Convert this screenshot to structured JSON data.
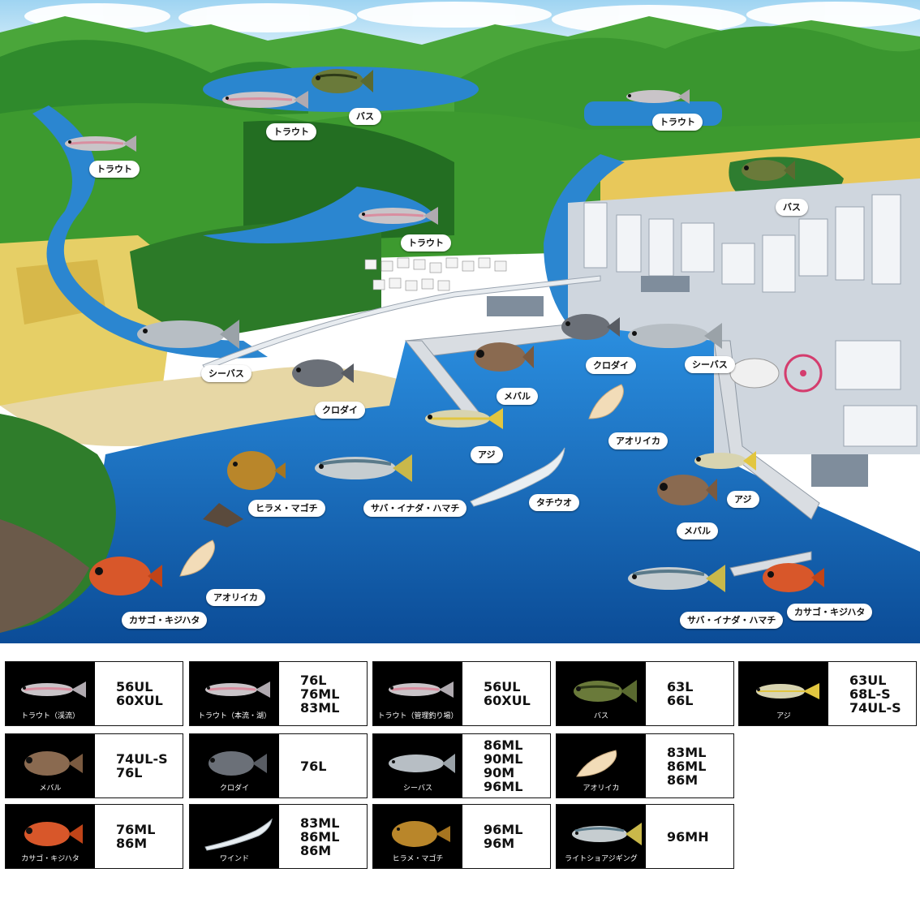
{
  "map": {
    "labels": [
      {
        "id": "bass-1",
        "text": "バス"
      },
      {
        "id": "trout-1",
        "text": "トラウト"
      },
      {
        "id": "trout-2",
        "text": "トラウト"
      },
      {
        "id": "trout-3",
        "text": "トラウト"
      },
      {
        "id": "trout-4",
        "text": "トラウト"
      },
      {
        "id": "bass-2",
        "text": "バス"
      },
      {
        "id": "seabass-1",
        "text": "シーバス"
      },
      {
        "id": "kurodai-1",
        "text": "クロダイ"
      },
      {
        "id": "mebaru-1",
        "text": "メバル"
      },
      {
        "id": "kurodai-2",
        "text": "クロダイ"
      },
      {
        "id": "seabass-2",
        "text": "シーバス"
      },
      {
        "id": "aoriika-1",
        "text": "アオリイカ"
      },
      {
        "id": "aji-1",
        "text": "アジ"
      },
      {
        "id": "hirame-1",
        "text": "ヒラメ・マゴチ"
      },
      {
        "id": "saba-1",
        "text": "サバ・イナダ・ハマチ"
      },
      {
        "id": "tachiuo-1",
        "text": "タチウオ"
      },
      {
        "id": "aji-2",
        "text": "アジ"
      },
      {
        "id": "mebaru-2",
        "text": "メバル"
      },
      {
        "id": "aoriika-2",
        "text": "アオリイカ"
      },
      {
        "id": "kasago-1",
        "text": "カサゴ・キジハタ"
      },
      {
        "id": "saba-2",
        "text": "サバ・イナダ・ハマチ"
      },
      {
        "id": "kasago-2",
        "text": "カサゴ・キジハタ"
      }
    ]
  },
  "cards": [
    {
      "caption": "トラウト（渓流）",
      "icon": "trout-icon",
      "models": [
        "56UL",
        "60XUL"
      ]
    },
    {
      "caption": "トラウト（本流・湖）",
      "icon": "trout-icon",
      "models": [
        "76L",
        "76ML",
        "83ML"
      ]
    },
    {
      "caption": "トラウト（管理釣り場）",
      "icon": "trout-icon",
      "models": [
        "56UL",
        "60XUL"
      ]
    },
    {
      "caption": "バス",
      "icon": "bass-icon",
      "models": [
        "63L",
        "66L"
      ]
    },
    {
      "caption": "アジ",
      "icon": "aji-icon",
      "models": [
        "63UL",
        "68L-S",
        "74UL-S"
      ]
    },
    {
      "caption": "メバル",
      "icon": "mebaru-icon",
      "models": [
        "74UL-S",
        "76L"
      ]
    },
    {
      "caption": "クロダイ",
      "icon": "kurodai-icon",
      "models": [
        "76L"
      ]
    },
    {
      "caption": "シーバス",
      "icon": "seabass-icon",
      "models": [
        "86ML",
        "90ML",
        "90M",
        "96ML"
      ]
    },
    {
      "caption": "アオリイカ",
      "icon": "squid-icon",
      "models": [
        "83ML",
        "86ML",
        "86M"
      ]
    },
    {
      "caption": "カサゴ・キジハタ",
      "icon": "kasago-icon",
      "models": [
        "76ML",
        "86M"
      ]
    },
    {
      "caption": "ワインド",
      "icon": "tachiuo-icon",
      "models": [
        "83ML",
        "86ML",
        "86M"
      ]
    },
    {
      "caption": "ヒラメ・マゴチ",
      "icon": "hirame-icon",
      "models": [
        "96ML",
        "96M"
      ]
    },
    {
      "caption": "ライトショアジギング",
      "icon": "saba-icon",
      "models": [
        "96MH"
      ]
    }
  ],
  "colors": {
    "sky": "#bfe3f6",
    "mountain": "#3f9a32",
    "mountain_light": "#6cc048",
    "water": "#1f7fd0",
    "water_dark": "#0a4f99",
    "field": "#e9d06a",
    "sand": "#e8d9a8",
    "city": "#dfe3e8"
  }
}
